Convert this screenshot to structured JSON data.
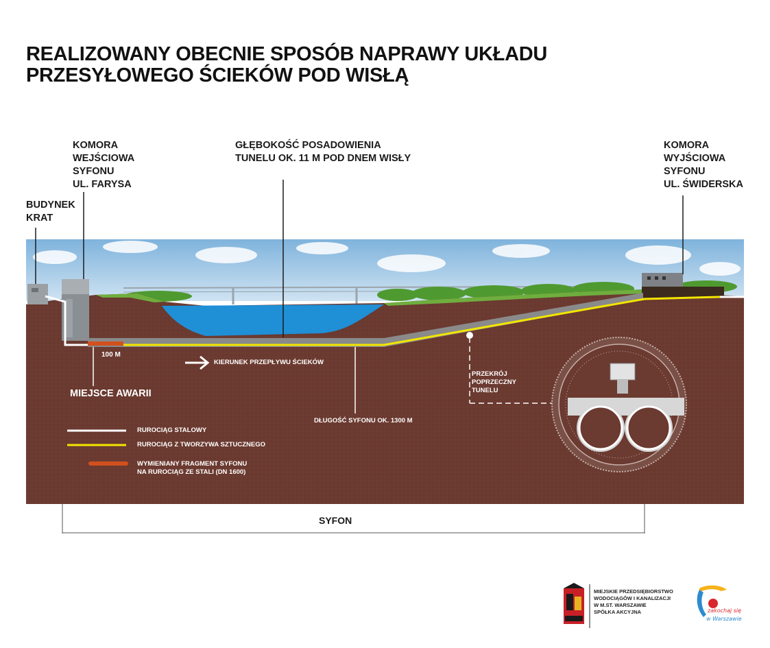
{
  "title": {
    "line1": "REALIZOWANY OBECNIE SPOSÓB NAPRAWY UKŁADU",
    "line2": "PRZESYŁOWEGO ŚCIEKÓW POD WISŁĄ"
  },
  "labels": {
    "budynek_krat": [
      "BUDYNEK",
      "KRAT"
    ],
    "komora_wejsciowa": [
      "KOMORA",
      "WEJŚCIOWA",
      "SYFONU",
      "UL. FARYSA"
    ],
    "glebokosc": [
      "GŁĘBOKOŚĆ POSADOWIENIA",
      "TUNELU OK. 11 M POD DNEM WISŁY"
    ],
    "komora_wyjsciowa": [
      "KOMORA",
      "WYJŚCIOWA",
      "SYFONU",
      "UL. ŚWIDERSKA"
    ],
    "distance_100m": "100 M",
    "miejsce_awarii": "MIEJSCE AWARII",
    "kierunek": "KIERUNEK PRZEPŁYWU ŚCIEKÓW",
    "dlugosc": "DŁUGOŚĆ SYFONU OK. 1300 M",
    "przekroj": [
      "PRZEKRÓJ",
      "POPRZECZNY",
      "TUNELU"
    ],
    "syfon": "SYFON"
  },
  "legend": {
    "steel": "RUROCIĄG STALOWY",
    "plastic": "RUROCIĄG Z TWORZYWA SZTUCZNEGO",
    "replaced": [
      "WYMIENIANY FRAGMENT SYFONU",
      "NA RUROCIĄG ZE STALI (DN 1600)"
    ]
  },
  "footer": {
    "company": [
      "MIEJSKIE PRZEDSIĘBIORSTWO",
      "WODOCIĄGÓW I KANALIZACJI",
      "W M.ST. WARSZAWIE",
      "SPÓŁKA AKCYJNA"
    ],
    "brand_logo": "zakochaj się w Warszawie"
  },
  "colors": {
    "soil": "#6b3a30",
    "water": "#1f8fd6",
    "steel_pipe": "#ffffff",
    "plastic_pipe": "#f2e600",
    "replaced_pipe": "#d2501e",
    "tunnel": "#8a8a8a",
    "grass": "#5aa83a"
  }
}
